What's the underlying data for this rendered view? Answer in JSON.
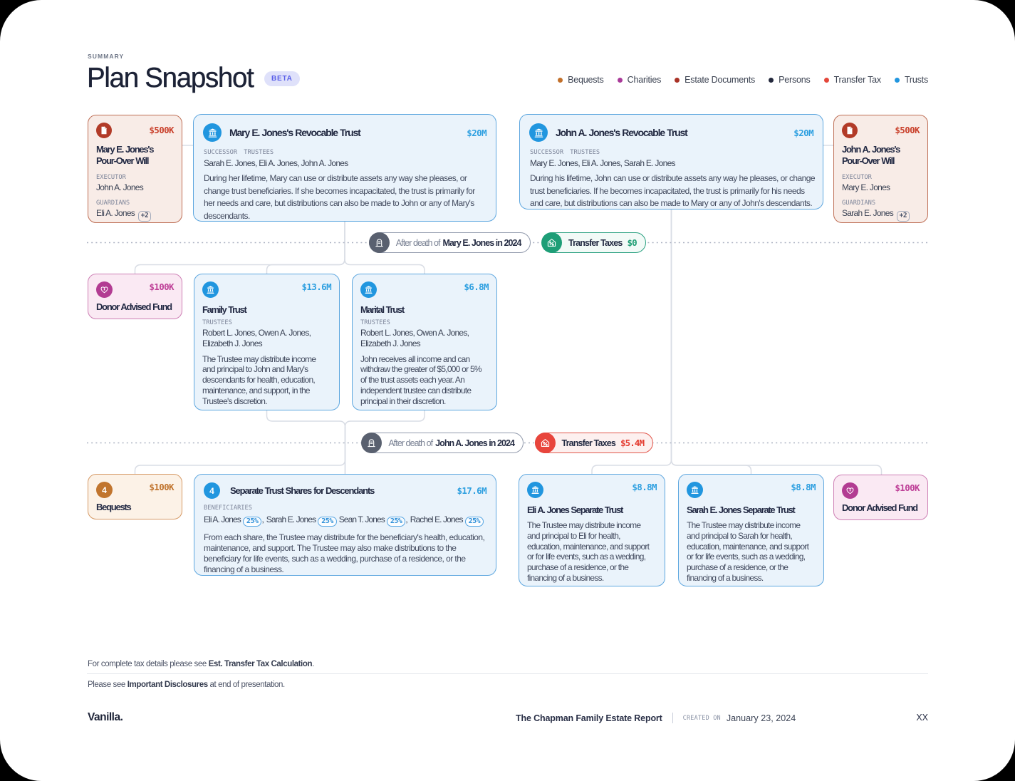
{
  "theme": {
    "accent_blue": "#2196DF",
    "accent_red": "#B23B28",
    "accent_pink": "#B23C92",
    "accent_orange": "#C1752E",
    "tax_green": "#1E9E77",
    "tax_red": "#E8453C",
    "beta_bg": "#DFE1FA",
    "beta_text": "#575DE8",
    "title_color": "#1C2236"
  },
  "header": {
    "eyebrow": "SUMMARY",
    "title": "Plan Snapshot",
    "beta": "BETA"
  },
  "legend": {
    "items": [
      {
        "label": "Bequests",
        "color": "#C2702A"
      },
      {
        "label": "Charities",
        "color": "#A93A99"
      },
      {
        "label": "Estate Documents",
        "color": "#A93226"
      },
      {
        "label": "Persons",
        "color": "#23283C"
      },
      {
        "label": "Transfer Tax",
        "color": "#E4473A"
      },
      {
        "label": "Trusts",
        "color": "#2196DF"
      }
    ]
  },
  "cards": {
    "mary_will": {
      "amount": "$500K",
      "title": "Mary E. Jones's\nPour-Over Will",
      "executor_label": "EXECUTOR",
      "executor": "John A. Jones",
      "guardians_label": "GUARDIANS",
      "guardian": "Eli A. Jones",
      "guardian_more": "+2"
    },
    "mary_trust": {
      "title": "Mary E. Jones's Revocable Trust",
      "amount": "$20M",
      "trustees_label": "SUCCESSOR TRUSTEES",
      "trustees": "Sarah E. Jones, Eli A. Jones, John A. Jones",
      "description": "During her lifetime, Mary can use or distribute assets any way she pleases, or\nchange trust beneficiaries. If she becomes incapacitated, the trust is primarily for\nher needs and care, but distributions can also be made to John or any of Mary's\ndescendants."
    },
    "john_trust": {
      "title": "John A. Jones's Revocable Trust",
      "amount": "$20M",
      "trustees_label": "SUCCESSOR TRUSTEES",
      "trustees": "Mary E. Jones, Eli A. Jones, Sarah E. Jones",
      "description": "During his lifetime, John can use or distribute assets any way he pleases, or change\ntrust beneficiaries. If he becomes incapacitated, the trust is primarily for his needs\nand care, but distributions can also be made to Mary or any of John's descendants."
    },
    "john_will": {
      "amount": "$500K",
      "title": "John A. Jones's\nPour-Over Will",
      "executor_label": "EXECUTOR",
      "executor": "Mary E. Jones",
      "guardians_label": "GUARDIANS",
      "guardian": "Sarah E. Jones",
      "guardian_more": "+2"
    },
    "daf_left": {
      "amount": "$100K",
      "title": "Donor Advised Fund"
    },
    "family_trust": {
      "title": "Family Trust",
      "amount": "$13.6M",
      "trustees_label": "TRUSTEES",
      "trustees": "Robert L. Jones, Owen A. Jones,\nElizabeth J. Jones",
      "description": "The Trustee may distribute income\nand principal to John and Mary's\ndescendants for health, education,\nmaintenance, and support, in the\nTrustee's discretion."
    },
    "marital_trust": {
      "title": "Marital Trust",
      "amount": "$6.8M",
      "trustees_label": "TRUSTEES",
      "trustees": "Robert L. Jones, Owen A. Jones,\nElizabeth J. Jones",
      "description": "John receives all income and can\nwithdraw the greater of $5,000 or 5%\nof the trust assets each year. An\nindependent trustee can distribute\nprincipal in their discretion."
    },
    "bequests": {
      "badge": "4",
      "amount": "$100K",
      "title": "Bequests"
    },
    "separate_trust": {
      "badge": "4",
      "title": "Separate Trust Shares for Descendants",
      "amount": "$17.6M",
      "beneficiaries_label": "BENEFICIARIES",
      "beneficiaries": [
        {
          "name": "Eli A. Jones",
          "share": "25%",
          "sep": ","
        },
        {
          "name": "Sarah E. Jones",
          "share": "25%",
          "sep": ""
        },
        {
          "name": "Sean T. Jones",
          "share": "25%",
          "sep": ","
        },
        {
          "name": "Rachel E. Jones",
          "share": "25%",
          "sep": ""
        }
      ],
      "description": "From each share, the Trustee may distribute for the beneficiary's health, education,\nmaintenance, and support. The Trustee may also make distributions to the\nbeneficiary for life events, such as a wedding, purchase of a residence, or the\nfinancing of a business."
    },
    "eli_trust": {
      "title": "Eli A. Jones Separate Trust",
      "amount": "$8.8M",
      "description": "The Trustee may distribute income\nand principal to Eli for health,\neducation, maintenance, and support\nor for life events, such as a wedding,\npurchase of a residence, or the\nfinancing of a business."
    },
    "sarah_trust": {
      "title": "Sarah E. Jones Separate Trust",
      "amount": "$8.8M",
      "description": "The Trustee may distribute income\nand principal to Sarah for health,\neducation, maintenance, and support\nor for life events, such as a wedding,\npurchase of a residence, or the\nfinancing of a business."
    },
    "daf_right": {
      "amount": "$100K",
      "title": "Donor Advised Fund"
    }
  },
  "dividers": [
    {
      "prefix": "After death of",
      "name": "Mary E. Jones in 2024",
      "tax_label": "Transfer Taxes",
      "tax_amount": "$0"
    },
    {
      "prefix": "After death of",
      "name": "John A. Jones in 2024",
      "tax_label": "Transfer Taxes",
      "tax_amount": "$5.4M"
    }
  ],
  "footer": {
    "tax_note_prefix": "For complete tax details please see ",
    "tax_note_bold": "Est. Transfer Tax Calculation",
    "tax_note_suffix": ".",
    "disclosure_prefix": "Please see ",
    "disclosure_bold": "Important Disclosures",
    "disclosure_suffix": " at end of presentation.",
    "brand": "Vanilla.",
    "report_title": "The Chapman Family Estate Report",
    "created_label": "CREATED ON",
    "created_date": "January 23, 2024",
    "page_number": "XX"
  }
}
